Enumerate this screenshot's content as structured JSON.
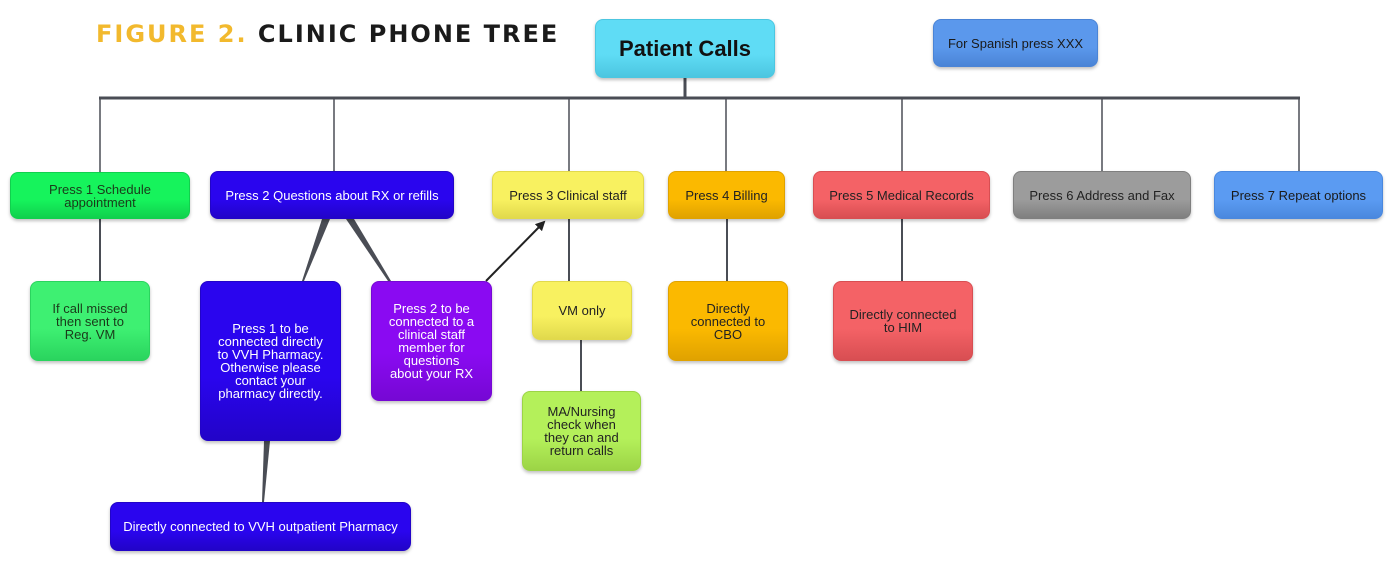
{
  "figure": {
    "label": "FIGURE 2.",
    "title": "CLINIC PHONE TREE"
  },
  "colors": {
    "label": "#f2b92d",
    "line": "#4a4d55"
  },
  "nodes": {
    "root": {
      "text": "Patient Calls",
      "fill": "#5fdcf5",
      "border": "#4cc6e0",
      "text_color": "#111111"
    },
    "spanish": {
      "text": "For Spanish press XXX",
      "fill": "#5b98ec",
      "border": "#4a84d6",
      "text_color": "#1a1a1a"
    },
    "opt1": {
      "text": "Press 1 Schedule appointment",
      "fill": "#16f35c",
      "border": "#10d04d",
      "text_color": "#1a3a1a"
    },
    "opt2": {
      "text": "Press 2 Questions about RX or refills",
      "fill": "#2a05ee",
      "border": "#2204c8",
      "text_color": "#ffffff"
    },
    "opt3": {
      "text": "Press 3 Clinical staff",
      "fill": "#f8f160",
      "border": "#e1d94c",
      "text_color": "#222222"
    },
    "opt4": {
      "text": "Press 4 Billing",
      "fill": "#fbb900",
      "border": "#e0a200",
      "text_color": "#222222"
    },
    "opt5": {
      "text": "Press 5 Medical Records",
      "fill": "#f46266",
      "border": "#d84e52",
      "text_color": "#222222"
    },
    "opt6": {
      "text": "Press 6 Address and Fax",
      "fill": "#9c9c9c",
      "border": "#7f7f7f",
      "text_color": "#222222"
    },
    "opt7": {
      "text": "Press 7 Repeat options",
      "fill": "#5b9bf2",
      "border": "#4a88de",
      "text_color": "#1a1a1a"
    },
    "opt1_sub": {
      "text": "If call missed then sent to Reg. VM",
      "fill": "#3ef072",
      "border": "#2ad45e",
      "text_color": "#1a3a1a"
    },
    "opt2_sub1": {
      "text": "Press 1 to be connected directly to VVH Pharmacy. Otherwise please contact your pharmacy directly.",
      "fill": "#2a05ee",
      "border": "#2204c8",
      "text_color": "#ffffff"
    },
    "opt2_sub2": {
      "text": "Press 2 to be connected to a clinical staff member for questions about your RX",
      "fill": "#8a0af2",
      "border": "#7608d4",
      "text_color": "#ffffff"
    },
    "opt2_sub1_sub": {
      "text": "Directly connected to VVH outpatient Pharmacy",
      "fill": "#2a05ee",
      "border": "#2204c8",
      "text_color": "#ffffff"
    },
    "opt3_sub": {
      "text": "VM only",
      "fill": "#f8f160",
      "border": "#e1d94c",
      "text_color": "#222222"
    },
    "opt3_sub_sub": {
      "text": "MA/Nursing check when they can and return calls",
      "fill": "#b4f05a",
      "border": "#9cd446",
      "text_color": "#222222"
    },
    "opt4_sub": {
      "text": "Directly connected to CBO",
      "fill": "#fbb900",
      "border": "#e0a200",
      "text_color": "#222222"
    },
    "opt5_sub": {
      "text": "Directly connected to HIM",
      "fill": "#f46266",
      "border": "#d84e52",
      "text_color": "#222222"
    }
  }
}
